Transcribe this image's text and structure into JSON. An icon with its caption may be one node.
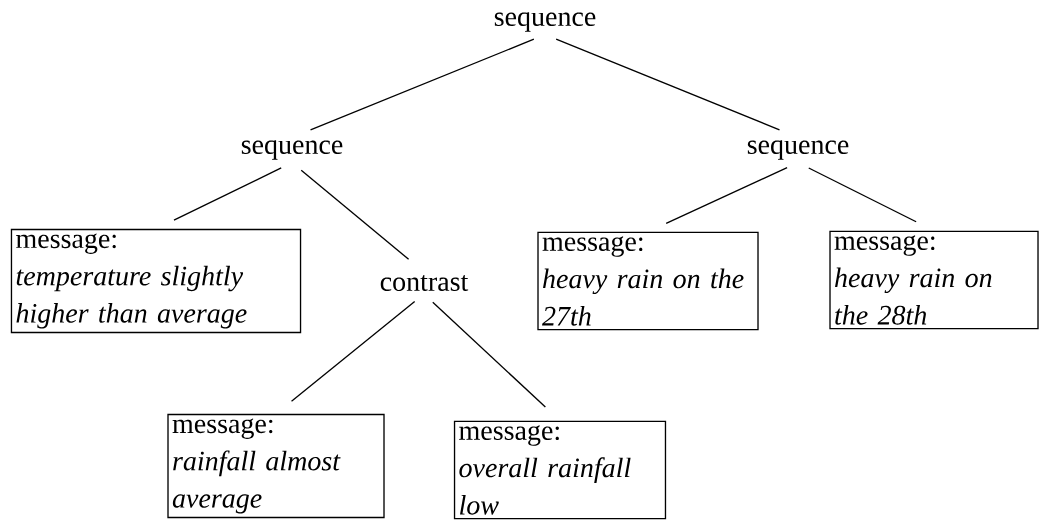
{
  "diagram": {
    "nodes": [
      {
        "text": [
          "sequence"
        ]
      },
      {
        "text": [
          "sequence"
        ]
      },
      {
        "text": [
          "sequence"
        ]
      },
      {
        "text": [
          "message:",
          "temperature slightly higher than average"
        ]
      },
      {
        "text": [
          "contrast"
        ]
      },
      {
        "text": [
          "message:",
          "rainfall almost average"
        ]
      },
      {
        "text": [
          "message:",
          "overall rainfall low"
        ]
      },
      {
        "text": [
          "message:",
          "heavy rain on the 27th"
        ]
      },
      {
        "text": [
          "message:",
          "heavy rain on the 28th"
        ]
      }
    ],
    "edges": [
      {
        "from": 0,
        "to": 1,
        "arrow": "none"
      },
      {
        "from": 0,
        "to": 2,
        "arrow": "none"
      },
      {
        "from": 1,
        "to": 3,
        "arrow": "none"
      },
      {
        "from": 1,
        "to": 4,
        "arrow": "none"
      },
      {
        "from": 4,
        "to": 5,
        "arrow": "none"
      },
      {
        "from": 4,
        "to": 6,
        "arrow": "none"
      },
      {
        "from": 2,
        "to": 7,
        "arrow": "none"
      },
      {
        "from": 2,
        "to": 8,
        "arrow": "none"
      }
    ]
  }
}
